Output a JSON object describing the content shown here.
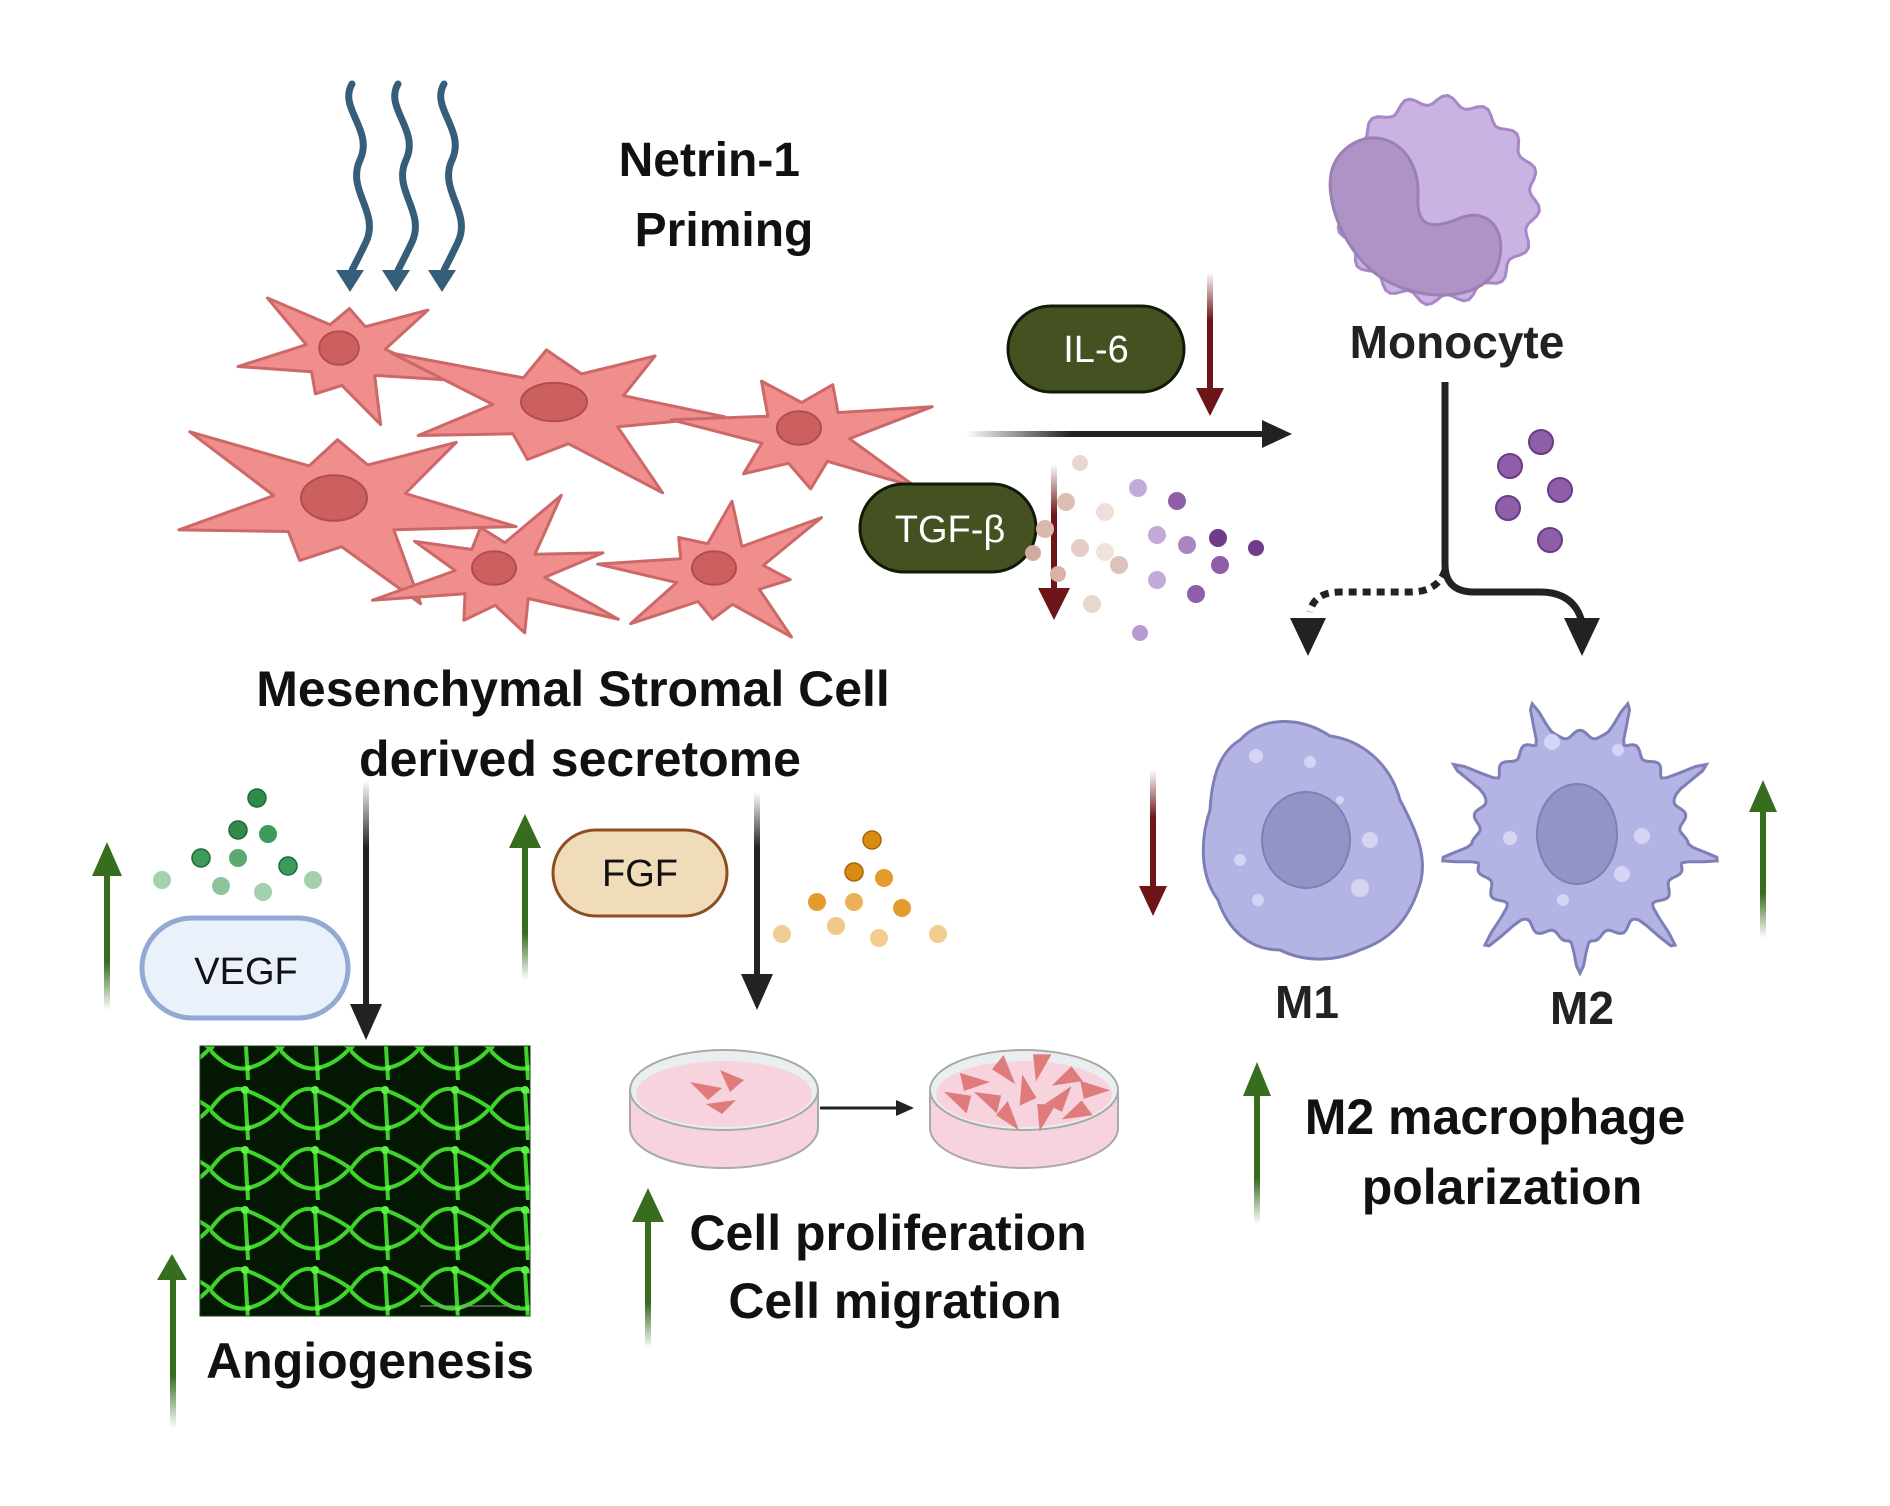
{
  "figure": {
    "title": "Netrin-1 Priming",
    "title_lines": [
      "Netrin-1",
      "Priming"
    ],
    "source": {
      "label_lines": [
        "Mesenchymal Stromal Cell",
        "derived secretome"
      ],
      "cell_color": "#f08e8e",
      "nucleus_color": "#cc5f5f"
    },
    "priming_signal": {
      "count": 3,
      "color": "#355e7a"
    },
    "factors": [
      {
        "id": "il6",
        "label": "IL-6",
        "fill": "#435220",
        "text_color": "#ffffff",
        "regulation": "down"
      },
      {
        "id": "tgfb",
        "label": "TGF-β",
        "fill": "#435220",
        "text_color": "#ffffff",
        "regulation": "down"
      },
      {
        "id": "vegf",
        "label": "VEGF",
        "fill": "#eaf1fb",
        "border": "#93a9d4",
        "text_color": "#111111",
        "regulation": "up"
      },
      {
        "id": "fgf",
        "label": "FGF",
        "fill": "#f1dcba",
        "border": "#8d4f22",
        "text_color": "#111111",
        "regulation": "up"
      }
    ],
    "monocyte": {
      "label": "Monocyte",
      "color": "#c9b3e2",
      "nucleus_color": "#ae93c6"
    },
    "macrophages": [
      {
        "id": "m1",
        "label": "M1",
        "regulation": "down",
        "path": "dotted"
      },
      {
        "id": "m2",
        "label": "M2",
        "regulation": "up",
        "path": "solid"
      }
    ],
    "outcomes": [
      {
        "id": "angiogenesis",
        "lines": [
          "Angiogenesis"
        ],
        "regulation": "up"
      },
      {
        "id": "proliferation",
        "lines": [
          "Cell proliferation",
          "Cell migration"
        ],
        "regulation": "up"
      },
      {
        "id": "m2-polarization",
        "lines": [
          "M2 macrophage",
          "polarization"
        ],
        "regulation": "up"
      }
    ],
    "colors": {
      "up_arrow": "#376d1f",
      "down_arrow": "#6e1519",
      "flow_arrow": "#222222",
      "macrophage": "#b4b4e4",
      "macrophage_nucleus": "#9393c6",
      "vegf_particles": "#3d9b5a",
      "fgf_particles": "#e1951e",
      "cytokine_particles": "#8f5ea9"
    }
  }
}
